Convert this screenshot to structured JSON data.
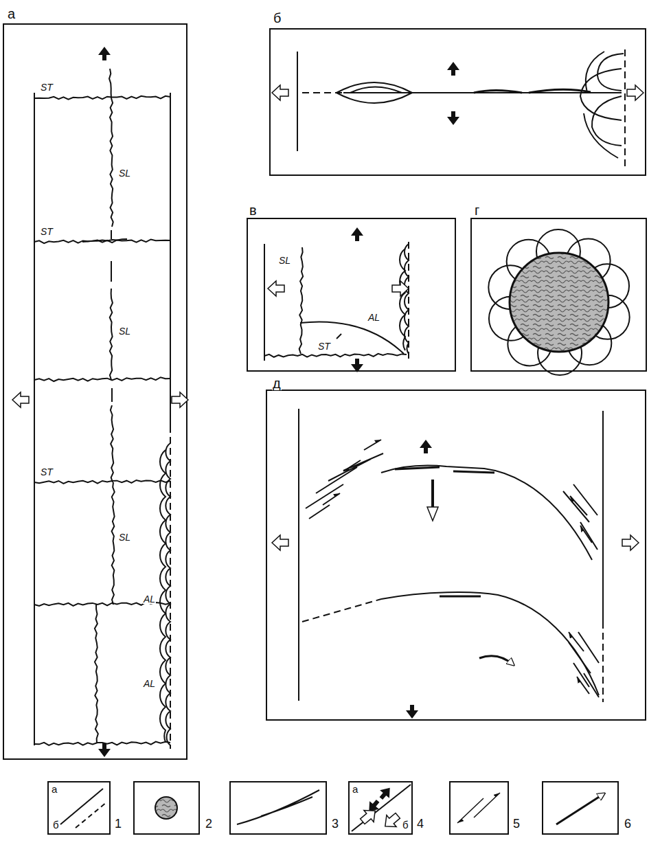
{
  "diagram": {
    "labels": [
      "а",
      "б",
      "в",
      "г",
      "д",
      "ST",
      "SL",
      "ST",
      "SL",
      "ST",
      "SL",
      "AL",
      "AL",
      "SL",
      "AL",
      "ST",
      "а",
      "б",
      "а",
      "б"
    ],
    "legend": [
      {
        "text": "1"
      },
      {
        "text": "2"
      },
      {
        "text": "3"
      },
      {
        "text": "4"
      },
      {
        "text": "5"
      },
      {
        "text": "6"
      }
    ]
  }
}
